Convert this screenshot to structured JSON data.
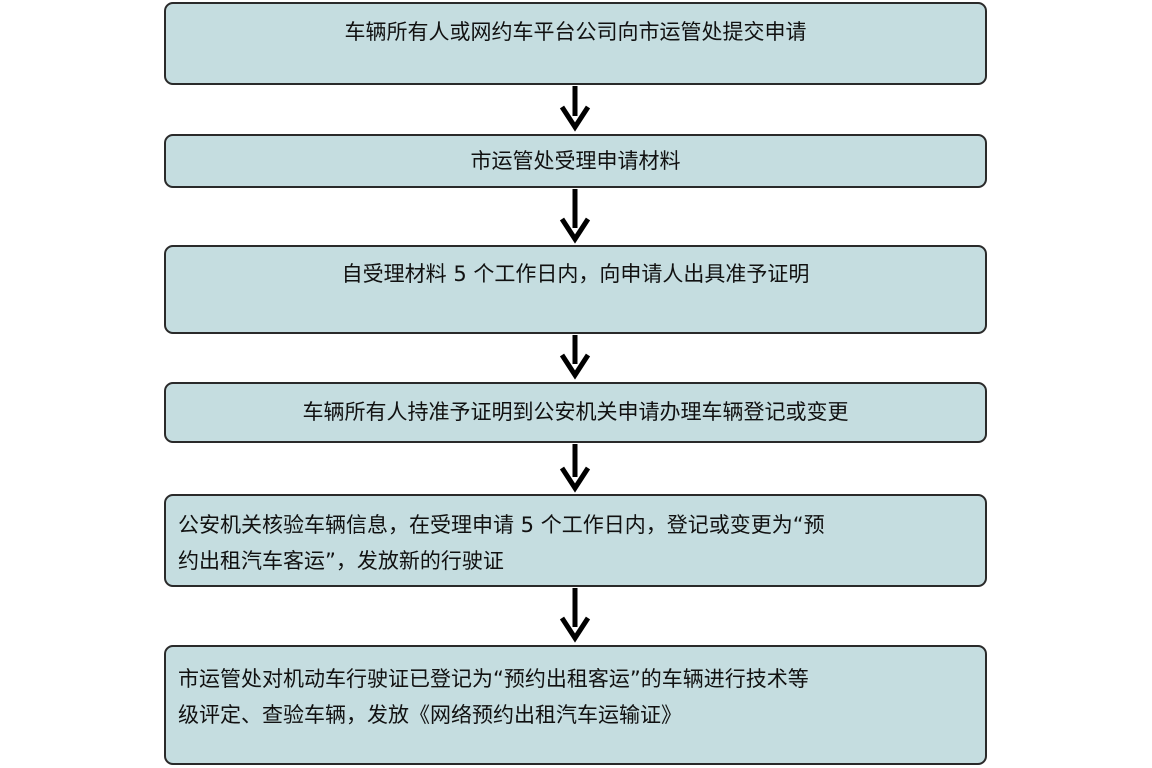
{
  "steps": [
    {
      "lines": [
        "车辆所有人或网约车平台公司向市运管处提交申请"
      ]
    },
    {
      "lines": [
        "市运管处受理申请材料"
      ]
    },
    {
      "lines": [
        "自受理材料 5 个工作日内，向申请人出具准予证明"
      ]
    },
    {
      "lines": [
        "车辆所有人持准予证明到公安机关申请办理车辆登记或变更"
      ]
    },
    {
      "lines": [
        "公安机关核验车辆信息，在受理申请 5 个工作日内，登记或变更为“预",
        "约出租汽车客运”，发放新的行驶证"
      ]
    },
    {
      "lines": [
        "市运管处对机动车行驶证已登记为“预约出租客运”的车辆进行技术等",
        "级评定、查验车辆，发放《网络预约出租汽车运输证》"
      ]
    }
  ],
  "colors": {
    "box_fill": "#c5dde0",
    "box_border": "#2a2a2a",
    "arrow": "#000000"
  }
}
